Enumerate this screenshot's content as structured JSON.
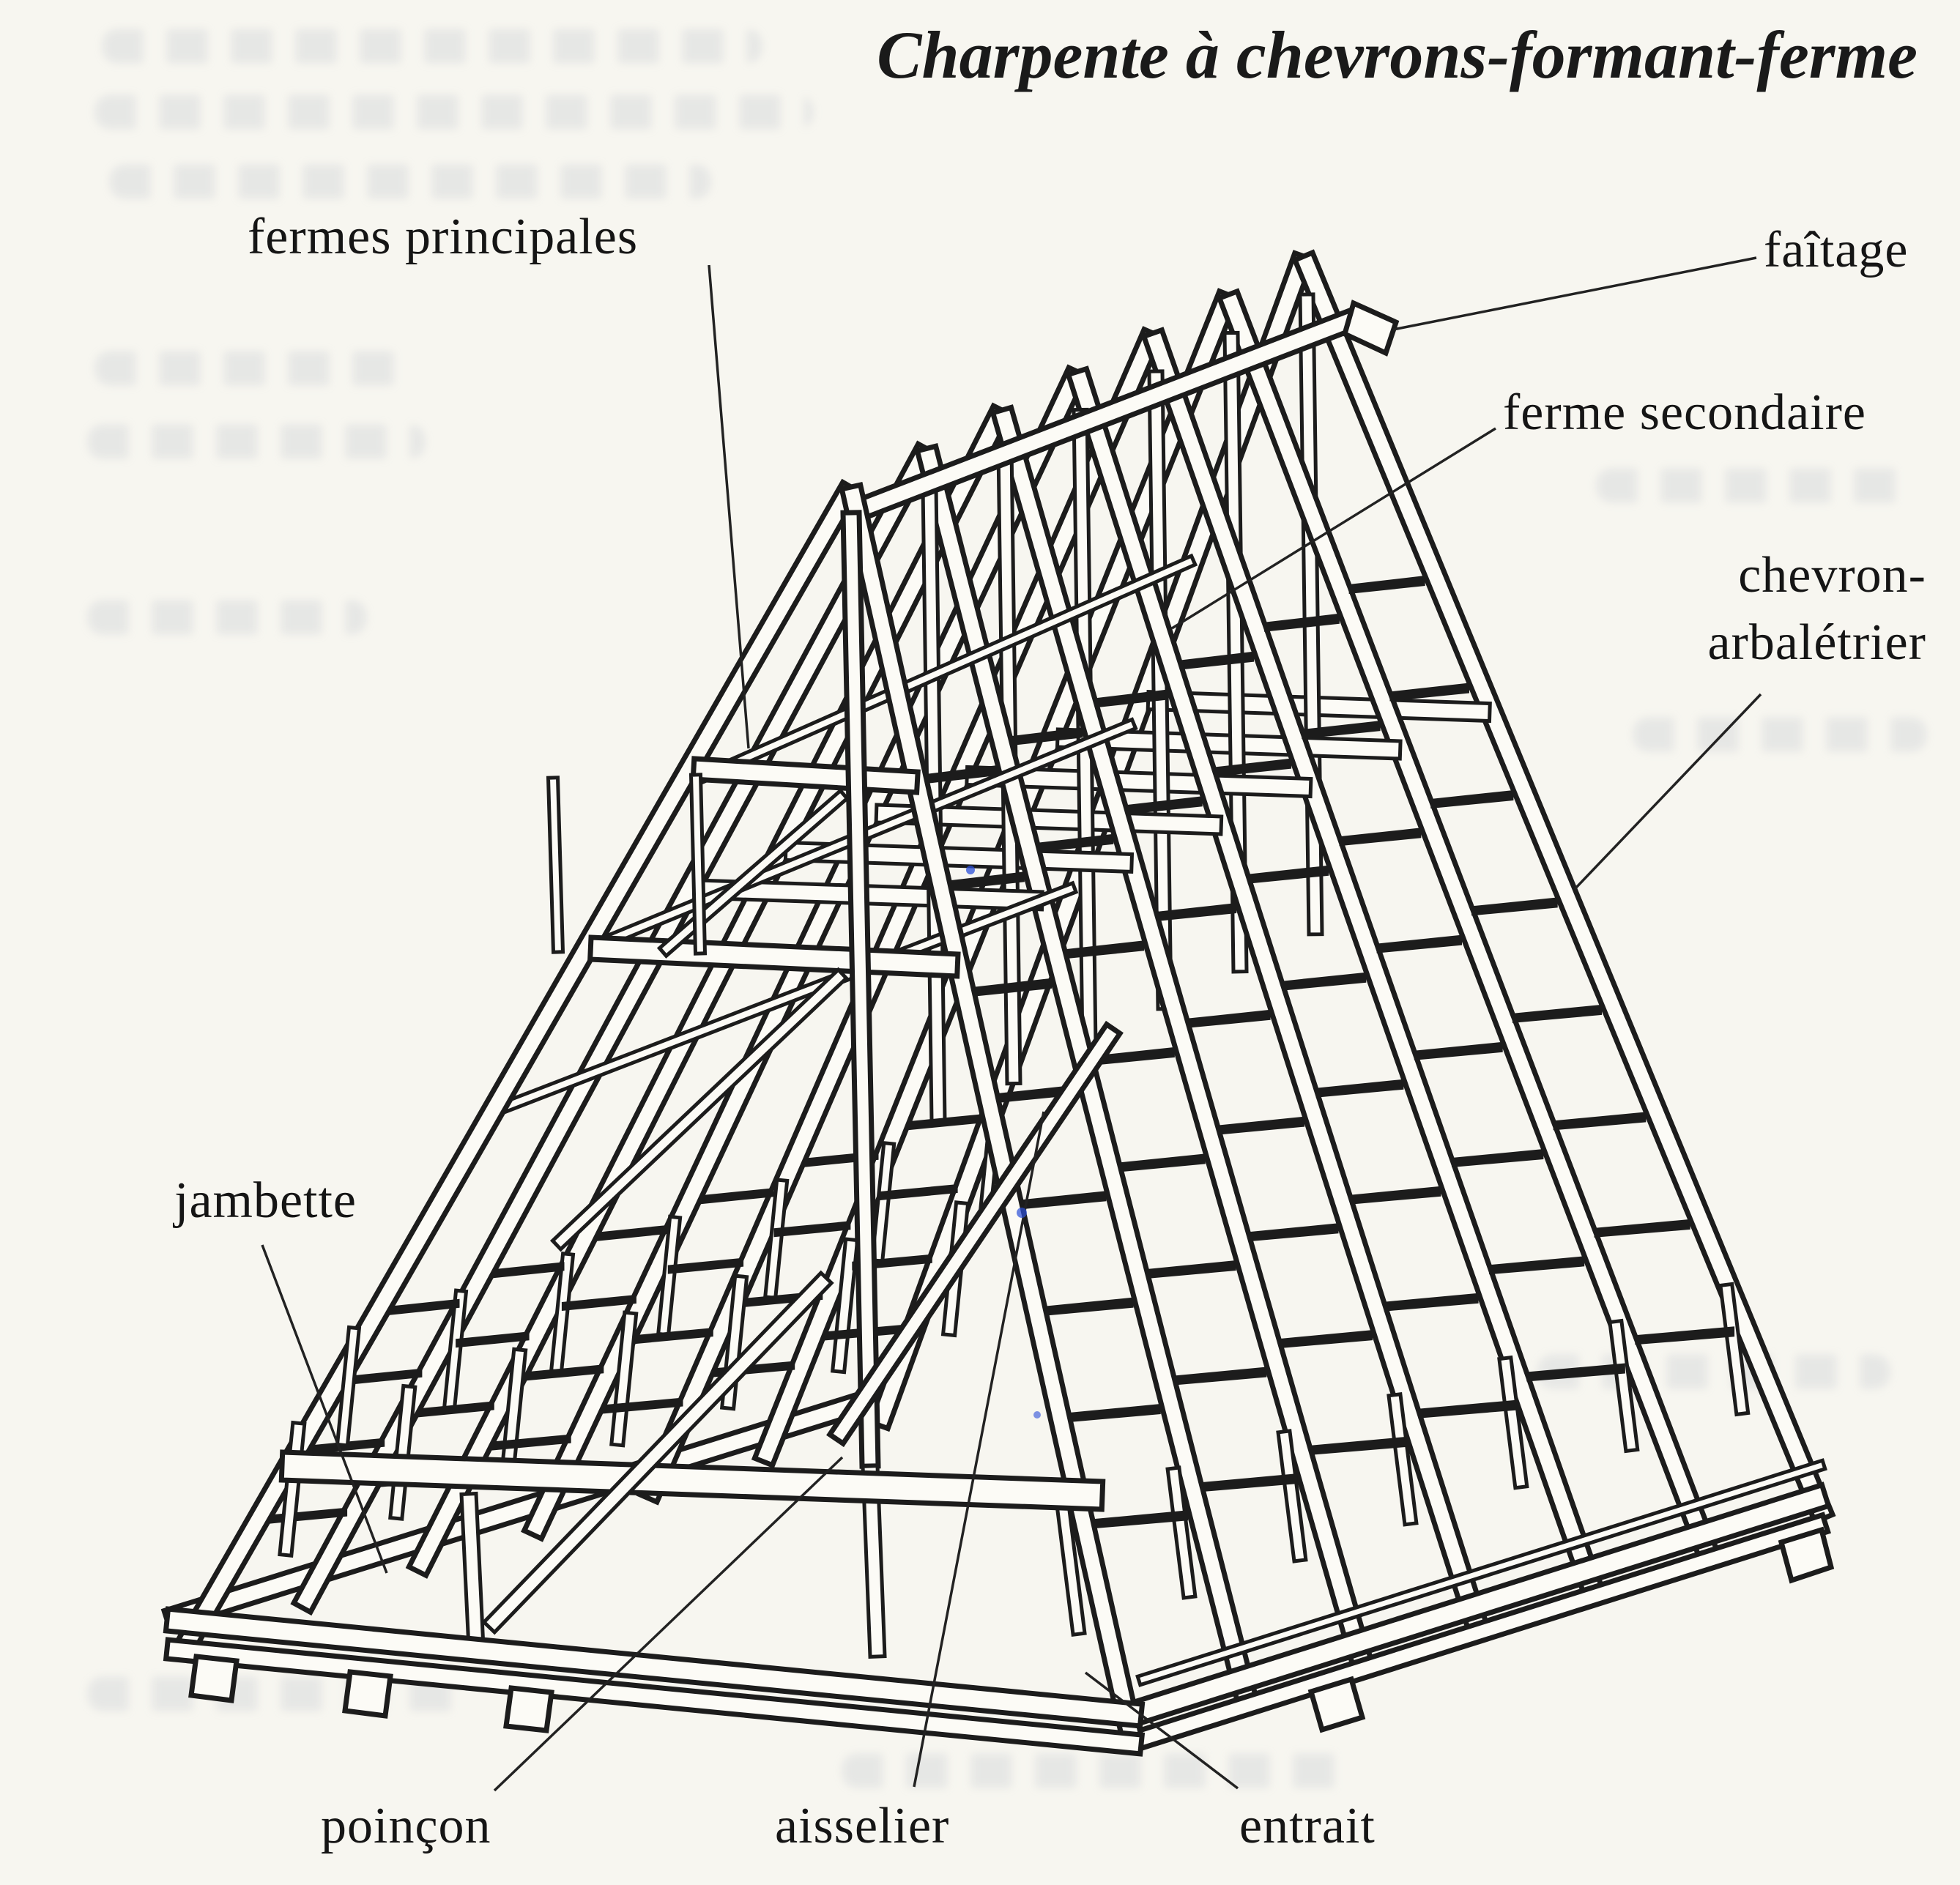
{
  "title": "Charpente à chevrons-formant-ferme",
  "labels": {
    "fermes_principales": "fermes principales",
    "faitage": "faîtage",
    "ferme_secondaire": "ferme secondaire",
    "chevron_arbaletrier_line1": "chevron-",
    "chevron_arbaletrier_line2": "arbalétrier",
    "jambette": "jambette",
    "poincon": "poinçon",
    "aisselier": "aisselier",
    "entrait": "entrait"
  },
  "colors": {
    "ink": "#1c1c1c",
    "paper": "#f7f6f0",
    "ink_speck_blue": "#2b4fd8"
  }
}
